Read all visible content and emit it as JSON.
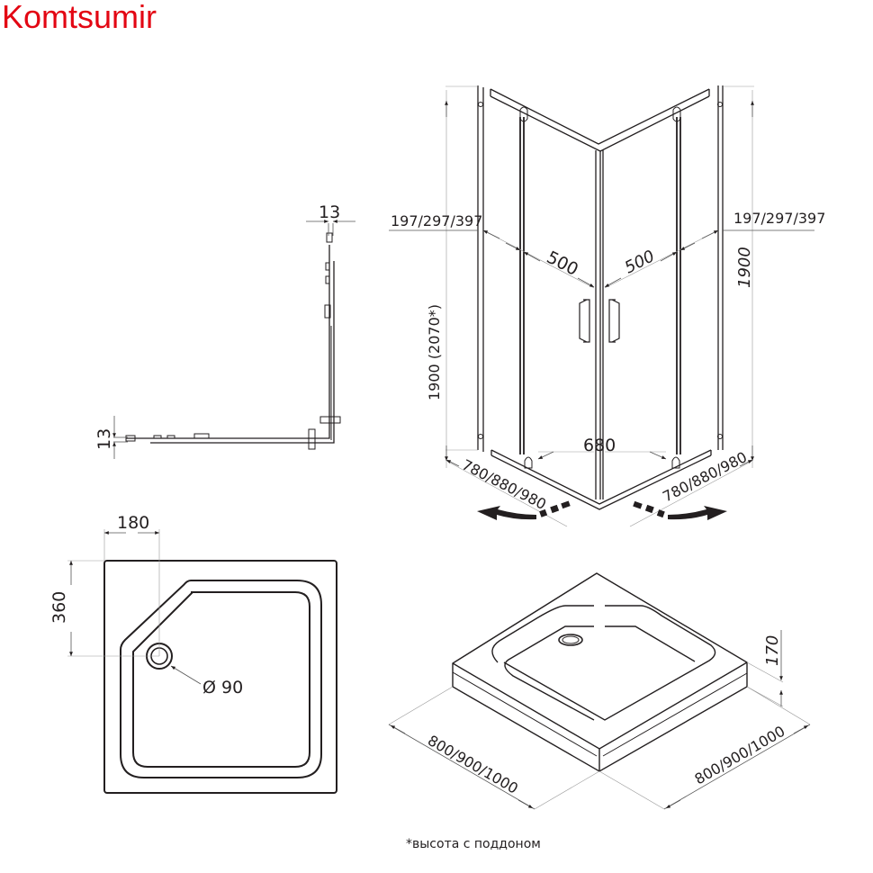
{
  "brand": {
    "name": "Komtsumir",
    "color": "#e30613"
  },
  "top_view_profile": {
    "title": "corner-profile-plan",
    "dims": {
      "top_width": "13",
      "side_width": "13"
    }
  },
  "enclosure": {
    "dims": {
      "left_offset": "197/297/397",
      "right_offset": "197/297/397",
      "left_door": "500",
      "right_door": "500",
      "height_left": "1900 (2070*)",
      "height_right": "1900",
      "opening": "680",
      "side_left": "780/880/980",
      "side_right": "780/880/980"
    }
  },
  "tray_plan": {
    "dims": {
      "drain_x": "180",
      "drain_y": "360",
      "drain_diameter": "Ø 90"
    }
  },
  "tray_iso": {
    "dims": {
      "height": "170",
      "side_left": "800/900/1000",
      "side_right": "800/900/1000"
    }
  },
  "footnote": "*высота с поддоном",
  "colors": {
    "line": "#231f20",
    "brand": "#e30613"
  }
}
